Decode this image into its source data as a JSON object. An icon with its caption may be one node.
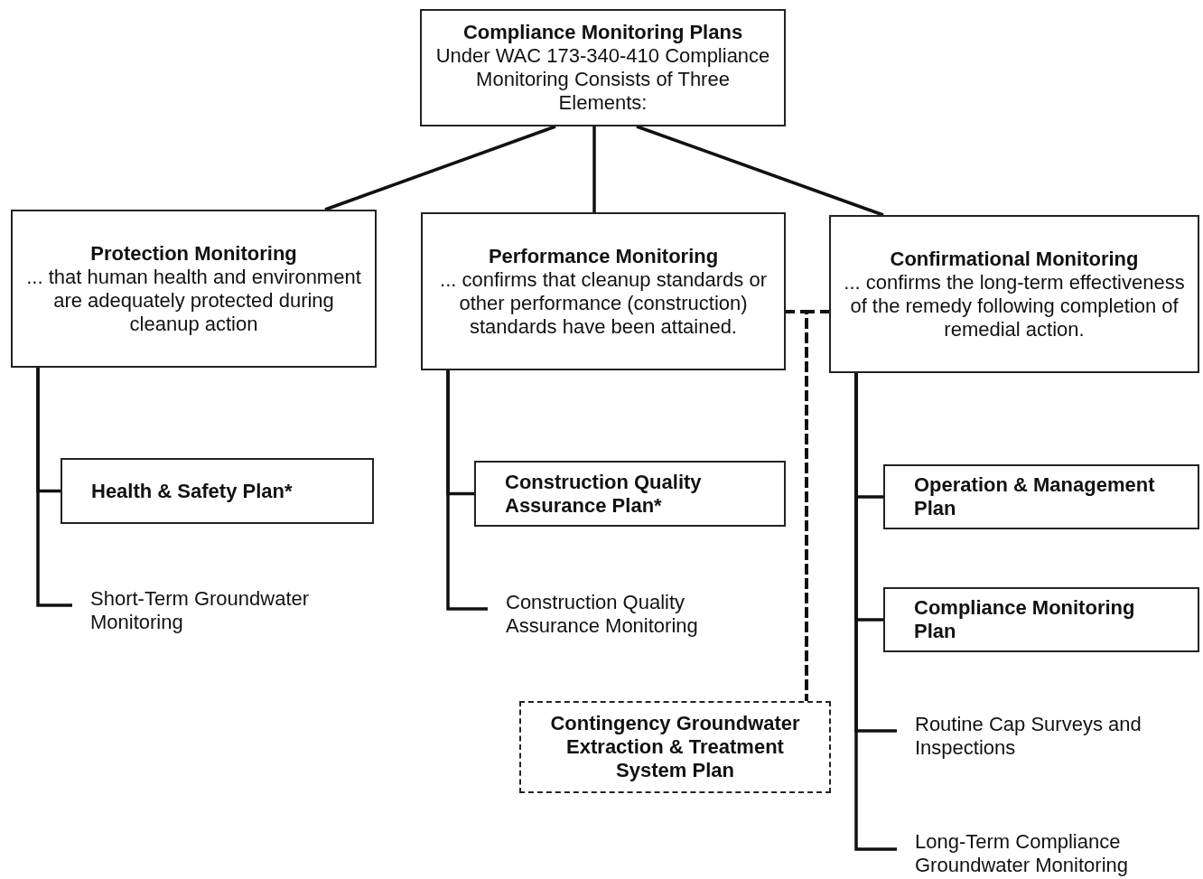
{
  "diagram": {
    "nodes": [
      {
        "text": [
          "Compliance Monitoring Plans",
          "Under WAC 173-340-410 Compliance Monitoring Consists of Three Elements:"
        ]
      },
      {
        "text": [
          "Protection Monitoring",
          "... that human health and environment are adequately protected during cleanup action"
        ]
      },
      {
        "text": [
          "Performance Monitoring",
          "... confirms that cleanup standards or other performance (construction) standards have been attained."
        ]
      },
      {
        "text": [
          "Confirmational Monitoring",
          "... confirms the long-term effectiveness of the remedy following completion of remedial action."
        ]
      },
      {
        "text": [
          "Health & Safety Plan*"
        ]
      },
      {
        "text": [
          "Short-Term Groundwater Monitoring"
        ]
      },
      {
        "text": [
          "Construction Quality Assurance Plan*"
        ]
      },
      {
        "text": [
          "Construction Quality Assurance Monitoring"
        ]
      },
      {
        "text": [
          "Operation & Management Plan"
        ]
      },
      {
        "text": [
          "Compliance Monitoring Plan"
        ]
      },
      {
        "text": [
          "Routine Cap Surveys and Inspections"
        ]
      },
      {
        "text": [
          "Long-Term Compliance Groundwater Monitoring"
        ]
      },
      {
        "text": [
          "Contingency Groundwater Extraction & Treatment System Plan"
        ]
      }
    ],
    "edges": [
      {
        "from": 0,
        "to": 1,
        "arrow": "none"
      },
      {
        "from": 0,
        "to": 2,
        "arrow": "none"
      },
      {
        "from": 0,
        "to": 3,
        "arrow": "none"
      },
      {
        "from": 1,
        "to": 4,
        "arrow": "none"
      },
      {
        "from": 1,
        "to": 5,
        "arrow": "none"
      },
      {
        "from": 2,
        "to": 6,
        "arrow": "none"
      },
      {
        "from": 2,
        "to": 7,
        "arrow": "none"
      },
      {
        "from": 3,
        "to": 8,
        "arrow": "none"
      },
      {
        "from": 3,
        "to": 9,
        "arrow": "none"
      },
      {
        "from": 3,
        "to": 10,
        "arrow": "none"
      },
      {
        "from": 3,
        "to": 11,
        "arrow": "none"
      },
      {
        "from": 2,
        "to": 12,
        "arrow": "none",
        "style": "dashed"
      },
      {
        "from": 3,
        "to": 12,
        "arrow": "none",
        "style": "dashed"
      }
    ]
  }
}
